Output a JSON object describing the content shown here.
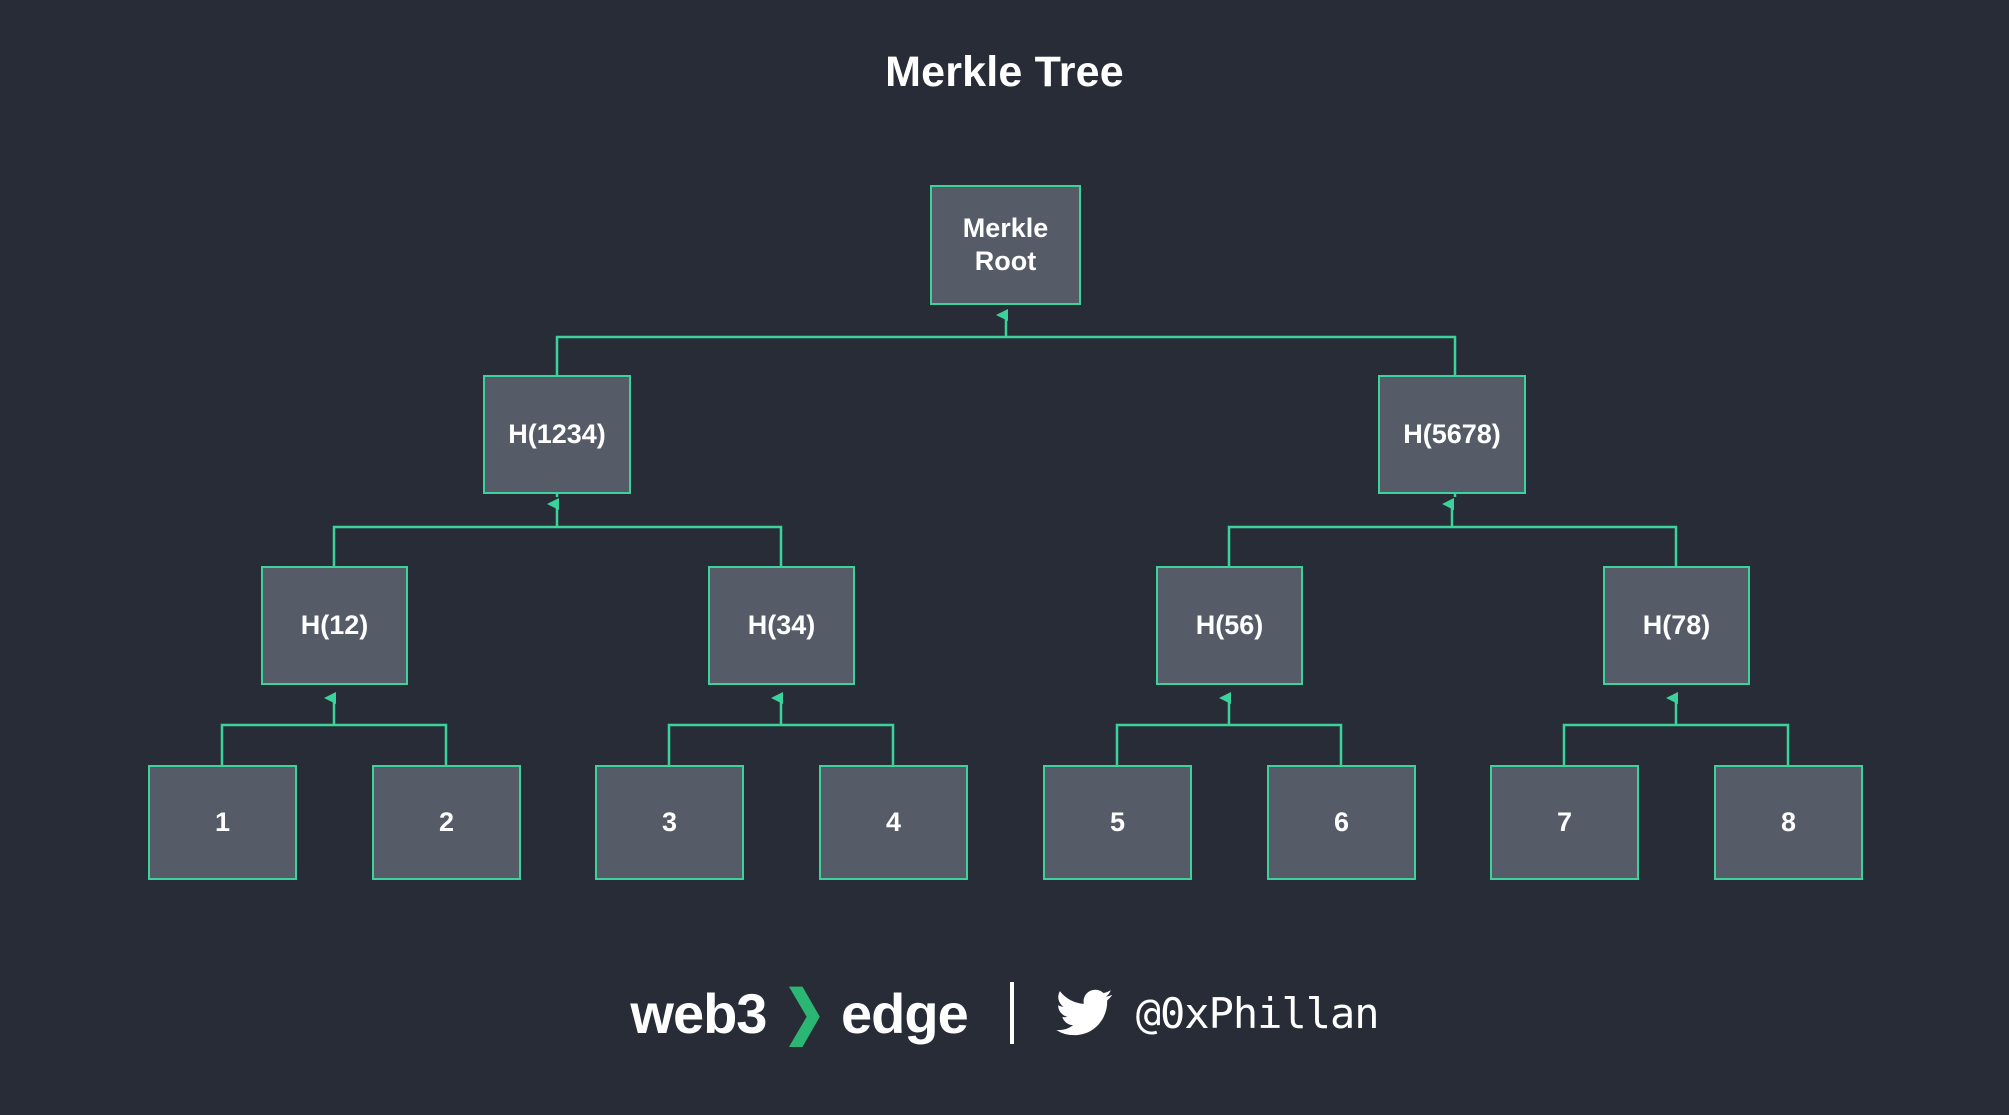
{
  "page": {
    "title": "Merkle Tree",
    "background_color": "#282c36",
    "accent_color": "#3bd39b",
    "node_fill_color": "#555b67",
    "text_color": "#ffffff"
  },
  "tree": {
    "root": {
      "label": "Merkle\nRoot",
      "line1": "Merkle",
      "line2": "Root"
    },
    "level2": [
      {
        "label": "H(1234)"
      },
      {
        "label": "H(5678)"
      }
    ],
    "level3": [
      {
        "label": "H(12)"
      },
      {
        "label": "H(34)"
      },
      {
        "label": "H(56)"
      },
      {
        "label": "H(78)"
      }
    ],
    "leaves": [
      {
        "label": "1"
      },
      {
        "label": "2"
      },
      {
        "label": "3"
      },
      {
        "label": "4"
      },
      {
        "label": "5"
      },
      {
        "label": "6"
      },
      {
        "label": "7"
      },
      {
        "label": "8"
      }
    ]
  },
  "footer": {
    "logo_word1": "web3",
    "logo_chevron": "❯",
    "logo_word2": "edge",
    "twitter_icon": "twitter-bird-icon",
    "handle": "@0xPhillan"
  }
}
